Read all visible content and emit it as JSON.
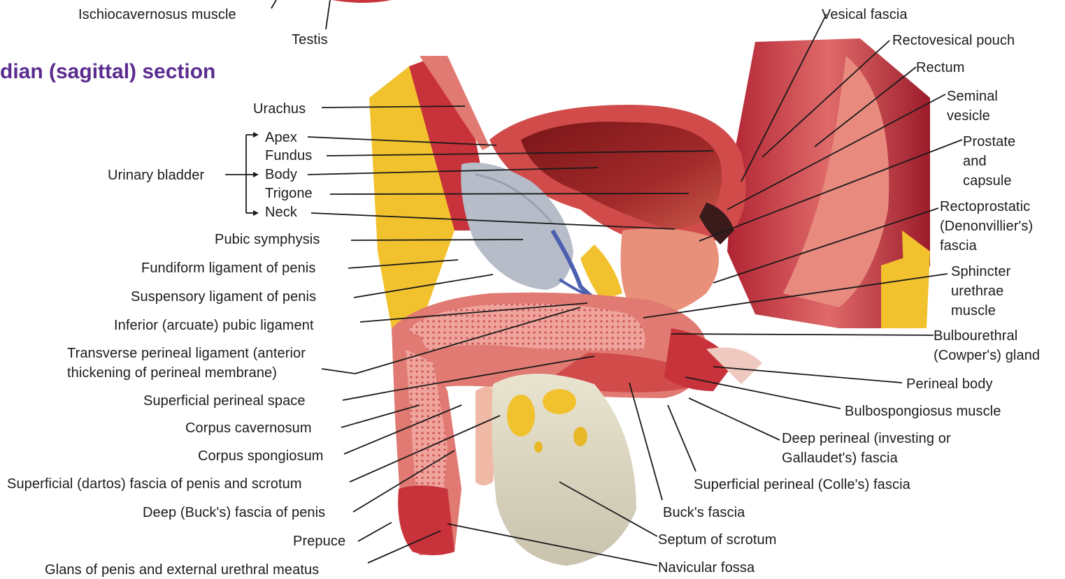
{
  "section_heading": "dian (sagittal) section",
  "group_label": "Urinary bladder",
  "labels": {
    "ischiocavernosus": "Ischiocavernosus muscle",
    "testis": "Testis",
    "urachus": "Urachus",
    "apex": "Apex",
    "fundus": "Fundus",
    "body": "Body",
    "trigone": "Trigone",
    "neck": "Neck",
    "pubic_symphysis": "Pubic symphysis",
    "fundiform": "Fundiform ligament of penis",
    "suspensory": "Suspensory ligament of penis",
    "inferior_pubic": "Inferior (arcuate) pubic ligament",
    "transverse_perineal": "Transverse perineal ligament (anterior\nthickening of perineal membrane)",
    "superficial_perineal_space": "Superficial perineal space",
    "corpus_cavernosum": "Corpus cavernosum",
    "corpus_spongiosum": "Corpus spongiosum",
    "dartos": "Superficial (dartos) fascia of penis and scrotum",
    "bucks_deep": "Deep (Buck's) fascia of penis",
    "prepuce": "Prepuce",
    "glans": "Glans of penis and external urethral meatus",
    "vesical_fascia": "Vesical fascia",
    "rectovesical_pouch": "Rectovesical pouch",
    "rectum": "Rectum",
    "seminal_vesicle": "Seminal\nvesicle",
    "prostate": "Prostate\nand\ncapsule",
    "rectoprostatic": "Rectoprostatic\n(Denonvillier's)\nfascia",
    "sphincter": "Sphincter\nurethrae\nmuscle",
    "bulbourethral": "Bulbourethral\n(Cowper's) gland",
    "perineal_body": "Perineal body",
    "bulbospongiosus": "Bulbospongiosus muscle",
    "deep_perineal": "Deep perineal (investing or\nGallaudet's) fascia",
    "superficial_perineal_fascia": "Superficial perineal (Colle's) fascia",
    "bucks_fascia": "Buck's fascia",
    "septum_scrotum": "Septum of scrotum",
    "navicular_fossa": "Navicular fossa"
  },
  "colors": {
    "heading": "#5b2c8f",
    "muscle": "#c8323a",
    "muscle_light": "#e07a72",
    "fat": "#f2c22e",
    "bladder_lumen": "#8e1e22",
    "bone": "#b7bcc9",
    "skin": "#f0b9a6",
    "scrotum": "#d8d4c4"
  }
}
